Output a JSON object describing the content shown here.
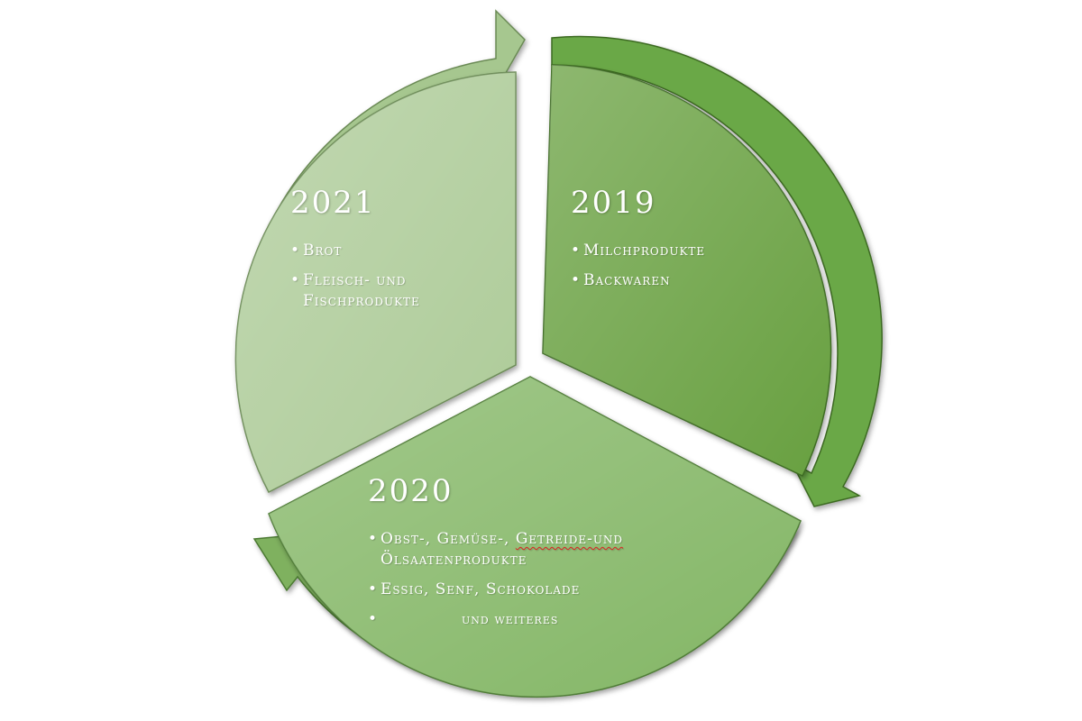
{
  "colors": {
    "segment_2019": "#67a03f",
    "segment_2020": "#83b665",
    "segment_2021": "#adcb98",
    "arrow_2019": "#6aa846",
    "arrow_2020": "#7fb15f",
    "arrow_2021": "#a6c78f",
    "text": "#ffffff"
  },
  "segments": [
    {
      "year": "2019",
      "items": [
        "Milchprodukte",
        "Backwaren"
      ]
    },
    {
      "year": "2020",
      "items": [
        "Obst-, Gemüse-, ",
        "Getreide-und",
        "Ölsaatenprodukte",
        "Essig, Senf, Schokolade",
        "und weiteres"
      ]
    },
    {
      "year": "2021",
      "items": [
        "Brot",
        "Fleisch- und",
        "Fischprodukte"
      ]
    }
  ],
  "bullet_glyph": "•"
}
